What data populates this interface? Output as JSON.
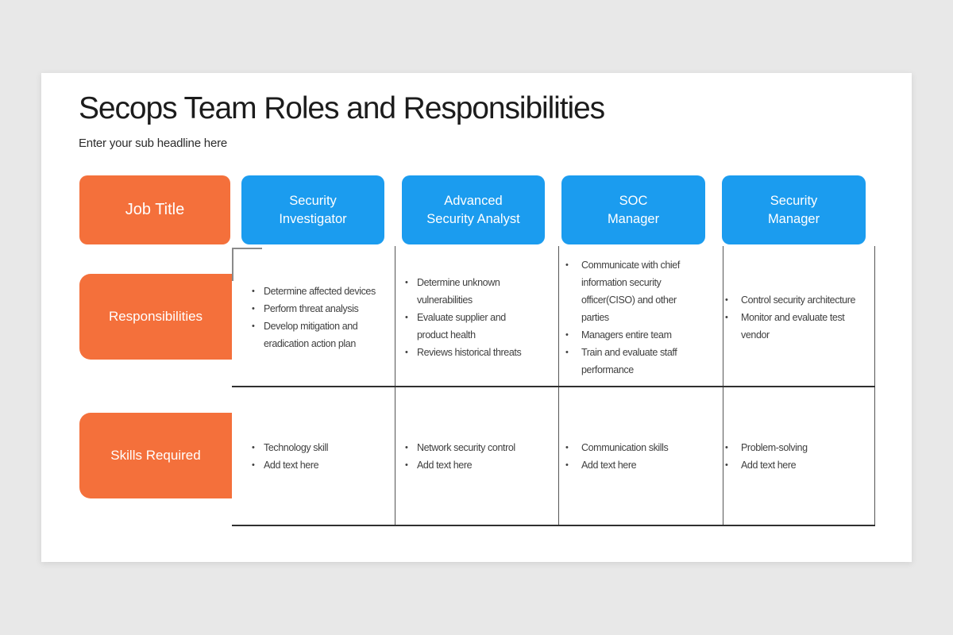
{
  "slide": {
    "title": "Secops Team Roles and Responsibilities",
    "subtitle": "Enter your sub headline here"
  },
  "colors": {
    "orange": "#F4703B",
    "blue": "#1B9CEF",
    "line_dark": "#303030",
    "line_gray": "#555555",
    "body_text": "#3f3f3f"
  },
  "row_headers": {
    "job_title": "Job Title",
    "responsibilities": "Responsibilities",
    "skills": "Skills Required"
  },
  "columns": [
    {
      "role": "Security\nInvestigator",
      "responsibilities": [
        "Determine affected devices",
        "Perform threat analysis",
        "Develop mitigation and eradication action plan"
      ],
      "skills": [
        "Technology skill",
        "Add text here"
      ]
    },
    {
      "role": "Advanced\nSecurity Analyst",
      "responsibilities": [
        "Determine unknown vulnerabilities",
        "Evaluate supplier and product health",
        "Reviews historical threats"
      ],
      "skills": [
        "Network security control",
        "Add text here"
      ]
    },
    {
      "role": "SOC\nManager",
      "responsibilities": [
        "Communicate with chief information security officer(CISO) and other parties",
        "Managers entire team",
        "Train and evaluate staff performance"
      ],
      "skills": [
        "Communication skills",
        "Add text here"
      ]
    },
    {
      "role": "Security\nManager",
      "responsibilities": [
        "Control security architecture",
        "Monitor and evaluate test vendor"
      ],
      "skills": [
        "Problem-solving",
        "Add text here"
      ]
    }
  ]
}
